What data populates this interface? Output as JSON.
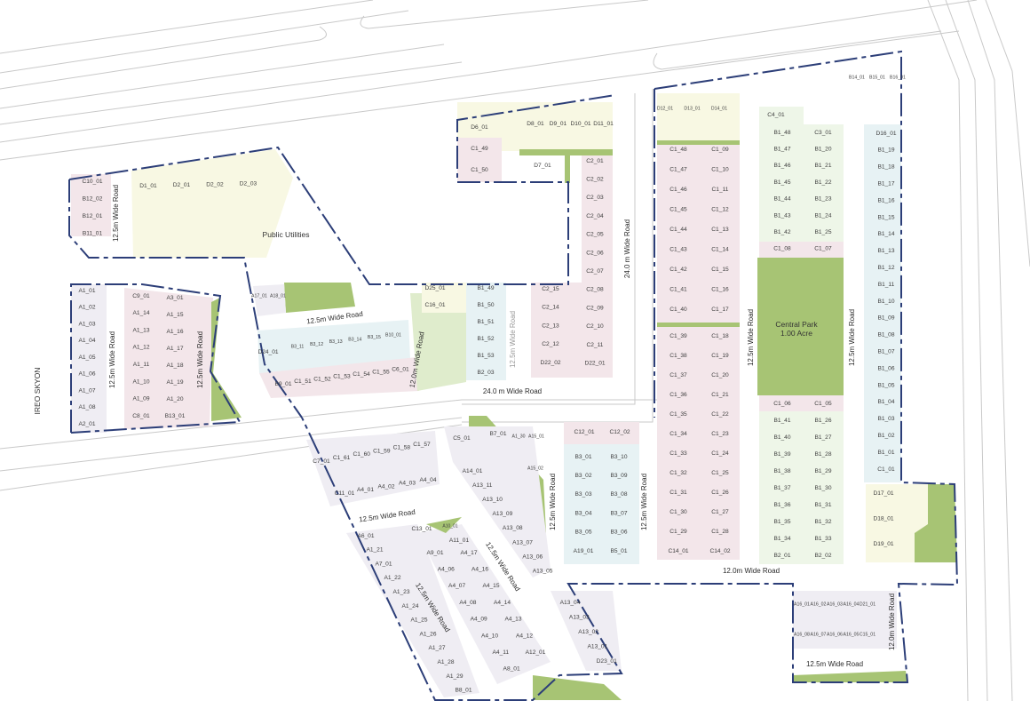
{
  "colors": {
    "boundary": "#2c3e78",
    "park": "#a7c474",
    "plot_pink": "#f3e6ea",
    "plot_green": "#eef6e8",
    "plot_yellow": "#f8f8e3",
    "plot_blue": "#e7f2f4",
    "plot_lavender": "#efedf3"
  },
  "labels": {
    "public_utilities": "Public Utilities",
    "central_park": "Central Park",
    "central_park_area": "1.00 Acre",
    "neighbour": "IREO SKYON"
  },
  "roads": [
    "12.5m Wide Road",
    "12.5m Wide Road",
    "12.5m Wide Road",
    "12.5m Wide Road",
    "12.0m Wide Road",
    "12.5m Wide Road",
    "24.0 m Wide Road",
    "24.0 m Wide Road",
    "12.5m Wide Road",
    "12.5m Wide Road",
    "12.0m Wide Road",
    "12.5m Wide Road",
    "12.5m Wide Road",
    "12.5m Wide Road",
    "12.5m Wide Road",
    "12.5m Wide Road",
    "12.5m Wide Road",
    "12.0m Wide Road"
  ],
  "plots": {
    "left_strip": [
      "C10_01",
      "B12_02",
      "B12_01",
      "B11_01"
    ],
    "d_row_left": [
      "D1_01",
      "D2_01",
      "D2_02",
      "D2_03"
    ],
    "a1_col_left": [
      "A1_01",
      "A1_02",
      "A1_03",
      "A1_04",
      "A1_05",
      "A1_06",
      "A1_07",
      "A1_08",
      "A2_01"
    ],
    "a_col_mid": [
      "C9_01",
      "A1_14",
      "A1_13",
      "A1_12",
      "A1_11",
      "A1_10",
      "A1_09",
      "C8_01"
    ],
    "a_col_right": [
      "A3_01",
      "A1_15",
      "A1_16",
      "A1_17",
      "A1_18",
      "A1_19",
      "A1_20",
      "B13_01"
    ],
    "a17_a18": [
      "A17_01",
      "A18_01"
    ],
    "d24": [
      "D24_01"
    ],
    "b3_row": [
      "B3_11",
      "B3_12",
      "B3_13",
      "B3_14",
      "B3_15",
      "B10_01"
    ],
    "c1_51_row": [
      "B9_01",
      "C1_51",
      "C1_52",
      "C1_53",
      "C1_54",
      "C1_55",
      "C6_01"
    ],
    "top_mid_col": [
      "D6_01",
      "C1_49",
      "C1_50"
    ],
    "d8_row": [
      "D8_01",
      "D9_01",
      "D10_01",
      "D11_01"
    ],
    "d7": [
      "D7_01"
    ],
    "c2_col": [
      "C2_01",
      "C2_02",
      "C2_03",
      "C2_04",
      "C2_05",
      "C2_06",
      "C2_07",
      "C2_08",
      "C2_09",
      "C2_10",
      "C2_11",
      "D22_01"
    ],
    "c2_inner_col": [
      "C2_15",
      "C2_14",
      "C2_13",
      "C2_12",
      "D22_02"
    ],
    "d25_col": [
      "D25_01",
      "C16_01"
    ],
    "b1_49_col": [
      "B1_49",
      "B1_50",
      "B1_51",
      "B1_52",
      "B1_53",
      "B2_03"
    ],
    "d12_row": [
      "D12_01",
      "D13_01",
      "D14_01"
    ],
    "c4": [
      "C4_01"
    ],
    "b14_row": [
      "B14_01",
      "B15_01",
      "B16_01"
    ],
    "c1_col_a_top": [
      "C1_48",
      "C1_47",
      "C1_46",
      "C1_45",
      "C1_44",
      "C1_43",
      "C1_42",
      "C1_41",
      "C1_40"
    ],
    "c1_col_b_top": [
      "C1_09",
      "C1_10",
      "C1_11",
      "C1_12",
      "C1_13",
      "C1_14",
      "C1_15",
      "C1_16",
      "C1_17"
    ],
    "c1_col_a_bot": [
      "C1_39",
      "C1_38",
      "C1_37",
      "C1_36",
      "C1_35",
      "C1_34",
      "C1_33",
      "C1_32",
      "C1_31",
      "C1_30",
      "C1_29",
      "C14_01"
    ],
    "c1_col_b_bot": [
      "C1_18",
      "C1_19",
      "C1_20",
      "C1_21",
      "C1_22",
      "C1_23",
      "C1_24",
      "C1_25",
      "C1_26",
      "C1_27",
      "C1_28",
      "C14_02"
    ],
    "b1_col_a_top": [
      "B1_48",
      "B1_47",
      "B1_46",
      "B1_45",
      "B1_44",
      "B1_43",
      "B1_42",
      "C1_08"
    ],
    "b1_col_b_top": [
      "C3_01",
      "B1_20",
      "B1_21",
      "B1_22",
      "B1_23",
      "B1_24",
      "B1_25",
      "C1_07"
    ],
    "b1_col_a_bot": [
      "C1_06",
      "B1_41",
      "B1_40",
      "B1_39",
      "B1_38",
      "B1_37",
      "B1_36",
      "B1_35",
      "B1_34",
      "B2_01"
    ],
    "b1_col_b_bot": [
      "C1_05",
      "B1_26",
      "B1_27",
      "B1_28",
      "B1_29",
      "B1_30",
      "B1_31",
      "B1_32",
      "B1_33",
      "B2_02"
    ],
    "right_col": [
      "D16_01",
      "B1_19",
      "B1_18",
      "B1_17",
      "B1_16",
      "B1_15",
      "B1_14",
      "B1_13",
      "B1_12",
      "B1_11",
      "B1_10",
      "B1_09",
      "B1_08",
      "B1_07",
      "B1_06",
      "B1_05",
      "B1_04",
      "B1_03",
      "B1_02",
      "B1_01",
      "C1_01"
    ],
    "d17_col": [
      "D17_01",
      "D18_01",
      "D19_01"
    ],
    "c12_row": [
      "C12_01",
      "C12_02"
    ],
    "b3_col_a": [
      "B3_01",
      "B3_02",
      "B3_03",
      "B3_04",
      "B3_05",
      "A19_01"
    ],
    "b3_col_b": [
      "B3_10",
      "B3_09",
      "B3_08",
      "B3_07",
      "B3_06",
      "B5_01"
    ],
    "c5_group": [
      "C5_01",
      "B7_01",
      "A1_30",
      "A15_01",
      "A15_02"
    ],
    "c7_row": [
      "C7_01",
      "C1_61",
      "C1_60",
      "C1_59",
      "C1_58",
      "C1_57"
    ],
    "c11_row": [
      "C11_01",
      "A4_01",
      "A4_02",
      "A4_03",
      "A4_04"
    ],
    "a13_diag": [
      "A14_01",
      "A13_11",
      "A13_10",
      "A13_09",
      "A13_08",
      "A13_07",
      "A13_06",
      "A13_05"
    ],
    "c13": [
      "C13_01",
      "A10_01"
    ],
    "a1_diag": [
      "A6_01",
      "A1_21",
      "A7_01",
      "A1_22",
      "A1_23",
      "A1_24",
      "A1_25",
      "A1_26",
      "A1_27",
      "A1_28",
      "A1_29",
      "B8_01"
    ],
    "a4_col_a": [
      "A9_01",
      "A4_06",
      "A4_07",
      "A4_08",
      "A4_09",
      "A4_10",
      "A4_11",
      "A8_01"
    ],
    "a4_col_b": [
      "A4_17",
      "A4_16",
      "A4_15",
      "A4_14",
      "A4_13",
      "A4_12",
      "A12_01"
    ],
    "a11": [
      "A11_01"
    ],
    "a13_low": [
      "A13_04",
      "A13_03",
      "A13_02",
      "A13_01",
      "D23_01"
    ],
    "a16_row1": [
      "A16_01",
      "A16_02",
      "A16_03",
      "A16_04",
      "D21_01"
    ],
    "a16_row2": [
      "A16_08",
      "A16_07",
      "A16_06",
      "A16_05",
      "C15_01"
    ]
  }
}
